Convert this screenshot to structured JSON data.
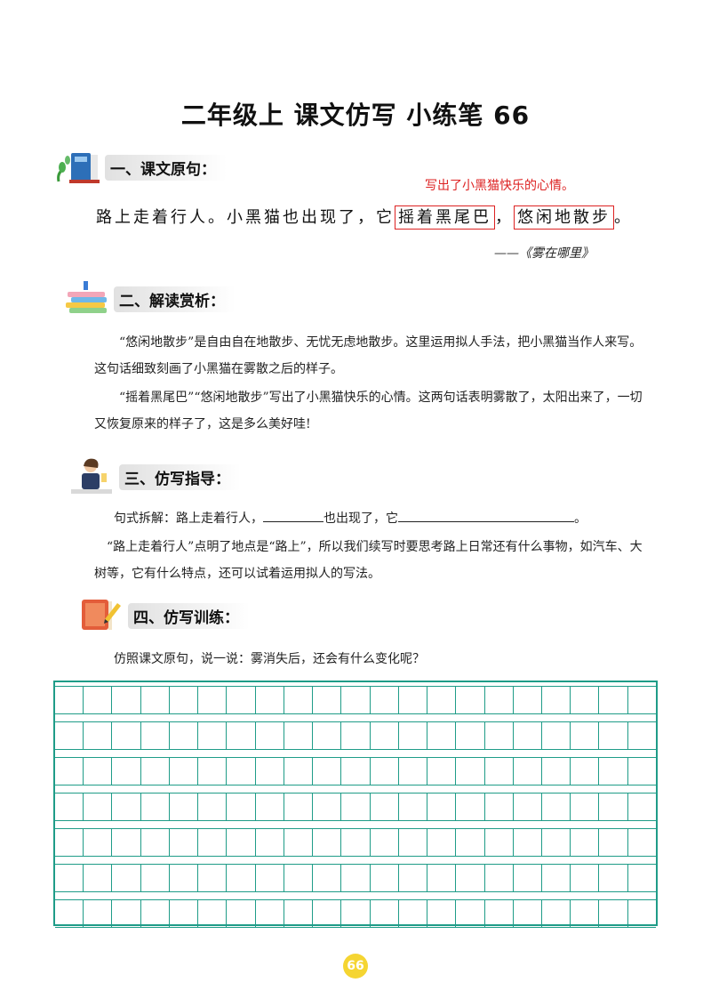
{
  "title": "二年级上  课文仿写  小练笔 66",
  "sections": [
    {
      "label": "一、课文原句："
    },
    {
      "label": "二、解读赏析："
    },
    {
      "label": "三、仿写指导："
    },
    {
      "label": "四、仿写训练："
    }
  ],
  "original": {
    "annotation": "写出了小黑猫快乐的心情。",
    "part1": "路上走着行人。小黑猫也出现了，它",
    "boxed1": "摇着黑尾巴",
    "comma": "，",
    "boxed2": "悠闲地散步",
    "end": "。",
    "source": "——《雾在哪里》"
  },
  "analysis": {
    "p1": "“悠闲地散步”是自由自在地散步、无忧无虑地散步。这里运用拟人手法，把小黑猫当作人来写。这句话细致刻画了小黑猫在雾散之后的样子。",
    "p2": "“摇着黑尾巴”“悠闲地散步”写出了小黑猫快乐的心情。这两句话表明雾散了，太阳出来了，一切又恢复原来的样子了，这是多么美好哇!"
  },
  "guide": {
    "pattern_prefix": "句式拆解：路上走着行人，",
    "pattern_mid": "也出现了，它",
    "pattern_end": "。",
    "p": "“路上走着行人”点明了地点是“路上”，所以我们续写时要思考路上日常还有什么事物，如汽车、大树等，它有什么特点，还可以试着运用拟人的写法。"
  },
  "training": {
    "prompt": "仿照课文原句，说一说：雾消失后，还会有什么变化呢？"
  },
  "page_number": "66",
  "colors": {
    "grid": "#1f9c88",
    "accent_red": "#dd2222",
    "badge": "#f5d532"
  }
}
